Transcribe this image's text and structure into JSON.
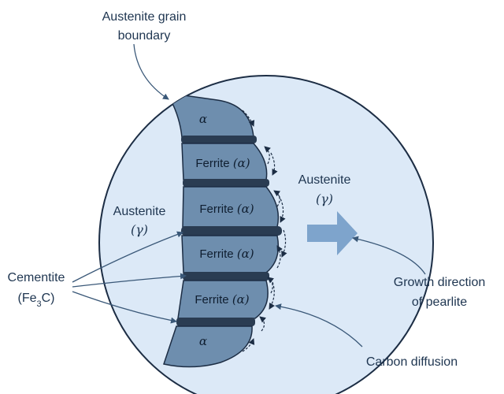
{
  "colors": {
    "outline": "#1c2d44",
    "austenite_fill": "#dce9f7",
    "ferrite_fill": "#6e8eae",
    "cementite_fill": "#2a3c52",
    "growth_arrow": "#7ea4cc",
    "leader": "#3a5878"
  },
  "labels": {
    "austenite_grain_boundary": {
      "line1": "Austenite grain",
      "line2": "boundary"
    },
    "austenite_left": {
      "word": "Austenite",
      "symbol": "(γ)"
    },
    "austenite_right": {
      "word": "Austenite",
      "symbol": "(γ)"
    },
    "cementite": {
      "word": "Cementite",
      "formula_pre": "(Fe",
      "formula_sub": "3",
      "formula_post": "C)"
    },
    "growth_direction": {
      "line1": "Growth direction",
      "line2": "of pearlite"
    },
    "carbon_diffusion": "Carbon diffusion"
  },
  "lamellae": [
    {
      "word": "",
      "symbol": "α"
    },
    {
      "word": "Ferrite",
      "symbol": "(α)"
    },
    {
      "word": "Ferrite",
      "symbol": "(α)"
    },
    {
      "word": "Ferrite",
      "symbol": "(α)"
    },
    {
      "word": "Ferrite",
      "symbol": "(α)"
    },
    {
      "word": "",
      "symbol": "α"
    }
  ]
}
